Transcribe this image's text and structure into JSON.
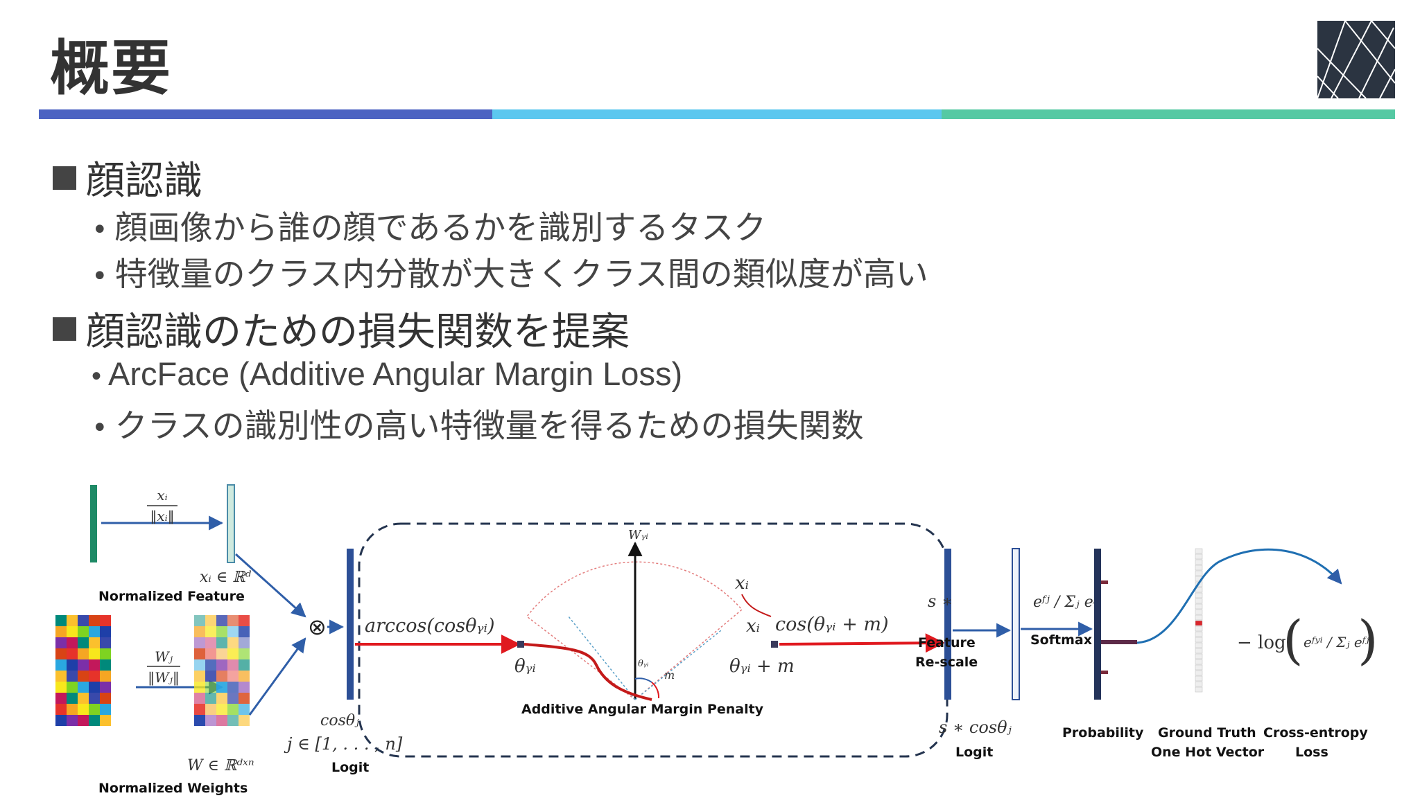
{
  "slide": {
    "title": "概要",
    "items": [
      {
        "heading": "顔認識",
        "bullets": [
          "顔画像から誰の顔であるかを識別するタスク",
          "特徴量のクラス内分散が大きくクラス間の類似度が高い"
        ]
      },
      {
        "heading": "顔認識のための損失関数を提案",
        "bullets": [
          "ArcFace (Additive Angular Margin Loss)",
          "クラスの識別性の高い特徴量を得るための損失関数"
        ]
      }
    ]
  },
  "colors": {
    "bar1": "#4c63c2",
    "bar2": "#5bc7ef",
    "bar3": "#55c9a3",
    "arrow_red": "#e0191f",
    "arrow_blue": "#2f5ea8"
  },
  "diagram": {
    "labels": {
      "normalized_feature": "Normalized Feature",
      "normalized_weights": "Normalized Weights",
      "logit": "Logit",
      "logit2": "Logit",
      "additive_penalty": "Additive Angular Margin Penalty",
      "feature_rescale_1": "Feature",
      "feature_rescale_2": "Re-scale",
      "softmax": "Softmax",
      "probability": "Probability",
      "ground_truth_1": "Ground Truth",
      "ground_truth_2": "One Hot Vector",
      "ce_loss_1": "Cross-entropy",
      "ce_loss_2": "Loss"
    },
    "math": {
      "xi_norm_top": "xᵢ",
      "xi_norm_bot": "‖xᵢ‖",
      "xi_in": "xᵢ ∈ ℝᵈ",
      "wj_top": "Wⱼ",
      "wj_bot": "‖Wⱼ‖",
      "w_in": "W ∈ ℝᵈˣⁿ",
      "otimes": "⊗",
      "cos_theta_j": "cosθⱼ",
      "j_range": "j ∈ [1, . . . , n]",
      "arccos": "arccos(cosθᵧᵢ)",
      "theta_yi": "θᵧᵢ",
      "w_yi": "Wᵧᵢ",
      "xi_a": "xᵢ",
      "xi_b": "xᵢ",
      "theta_small": "θᵧᵢ",
      "m": "m",
      "theta_plus_m": "θᵧᵢ + m",
      "cos_plus_m": "cos(θᵧᵢ + m)",
      "s_star": "s ∗",
      "s_cos": "s ∗ cosθⱼ",
      "softmax_formula": "eᶠʲ / Σⱼ eᶠʲ",
      "neg_log": "− log",
      "loss_formula": "eᶠʸⁱ / Σⱼ eᶠʲ"
    }
  }
}
